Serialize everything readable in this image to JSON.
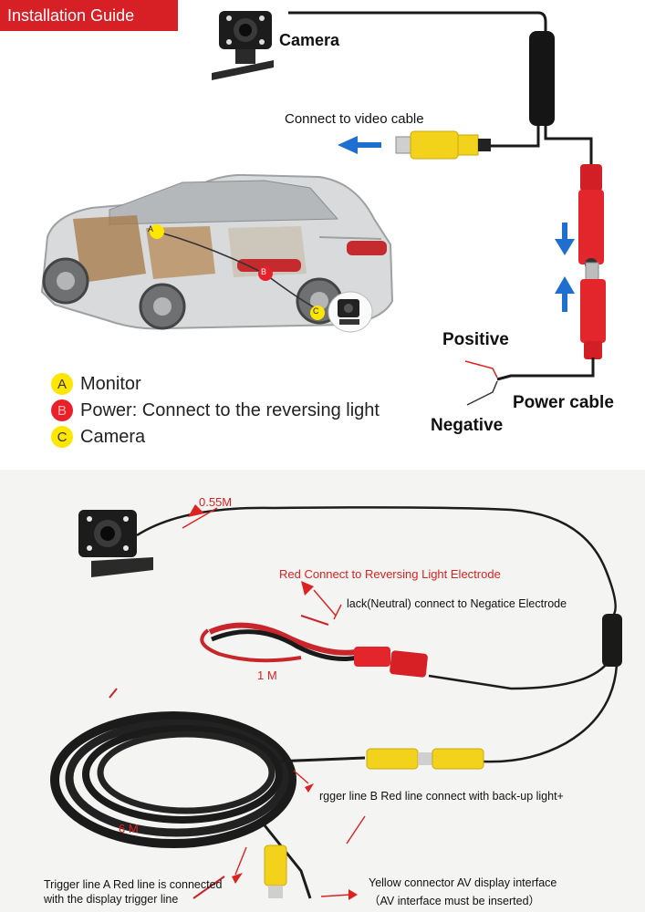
{
  "top": {
    "title": "Installation Guide",
    "camera_label": "Camera",
    "video_cable_label": "Connect to video cable",
    "positive_label": "Positive",
    "negative_label": "Negative",
    "power_cable_label": "Power cable",
    "car_markers": {
      "a": "A",
      "b": "B",
      "c": "C"
    },
    "legend": [
      {
        "badge": "A",
        "text": "Monitor",
        "color": "#ffe600"
      },
      {
        "badge": "B",
        "text": "Power: Connect to the reversing light",
        "color": "#e8202a"
      },
      {
        "badge": "C",
        "text": "Camera",
        "color": "#ffe600"
      }
    ]
  },
  "bottom": {
    "len_055": "0.55M",
    "red_electrode": "Red Connect to Reversing Light Electrode",
    "black_electrode": "lack(Neutral) connect to Negatice Electrode",
    "len_1m": "1 M",
    "trigger_b": "rgger line B Red line connect with back-up light+",
    "len_6m": "6 M",
    "trigger_a_1": "Trigger line A Red line is connected",
    "trigger_a_2": "with the display trigger line",
    "yellow_1": "Yellow connector AV display interface",
    "yellow_2": "（AV interface must be inserted）"
  },
  "colors": {
    "banner": "#d71f26",
    "rca_yellow": "#f2d21a",
    "connector_red": "#e2262b",
    "arrow_blue": "#1f6fd0",
    "cable": "#1a1a1a"
  }
}
